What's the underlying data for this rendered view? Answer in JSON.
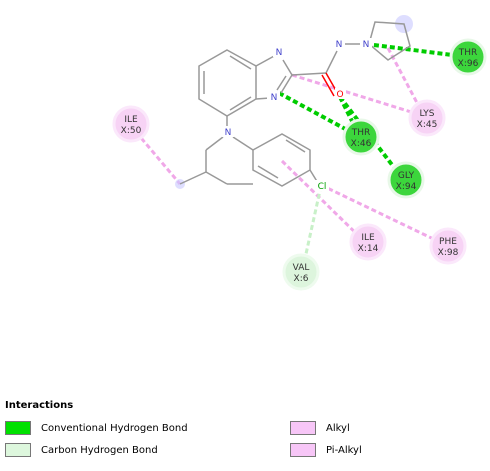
{
  "atoms": {
    "n1": "N",
    "n2": "N",
    "n3": "N",
    "n4": "N",
    "n5": "N",
    "o": "O",
    "cl": "Cl"
  },
  "residues": [
    {
      "code": "THR",
      "num": "X:96",
      "kind": "hbond"
    },
    {
      "code": "LYS",
      "num": "X:45",
      "kind": "alkyl"
    },
    {
      "code": "ILE",
      "num": "X:50",
      "kind": "alkyl"
    },
    {
      "code": "THR",
      "num": "X:46",
      "kind": "hbond"
    },
    {
      "code": "GLY",
      "num": "X:94",
      "kind": "hbond"
    },
    {
      "code": "ILE",
      "num": "X:14",
      "kind": "alkyl"
    },
    {
      "code": "PHE",
      "num": "X:98",
      "kind": "alkyl"
    },
    {
      "code": "VAL",
      "num": "X:6",
      "kind": "carbon-hbond"
    }
  ],
  "legend": {
    "title": "Interactions",
    "items": [
      {
        "label": "Conventional Hydrogen Bond",
        "color": "#00e000"
      },
      {
        "label": "Carbon Hydrogen Bond",
        "color": "#ddf7dd"
      },
      {
        "label": "Alkyl",
        "color": "#f7c6f7"
      },
      {
        "label": "Pi-Alkyl",
        "color": "#f7c6f7"
      }
    ]
  },
  "colors": {
    "hbond_line": "#00cc00",
    "carbon_hbond_line": "#c8f0c8",
    "alkyl_line": "#f0a8e8",
    "pi_alkyl_line": "#f0a8e8",
    "hbond_disc": "#3cd63c",
    "carbon_hbond_disc": "#ddf5dd",
    "alkyl_disc": "#f7d3f5",
    "bond": "#999999",
    "nitrogen": "#4444cc",
    "oxygen": "#ff0000",
    "chlorine": "#00a000"
  }
}
